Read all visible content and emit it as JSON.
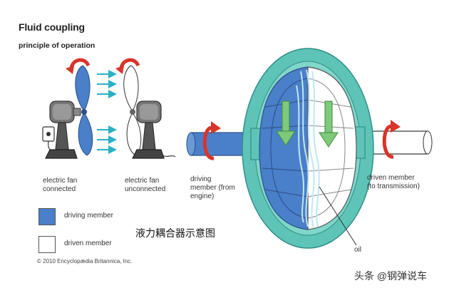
{
  "title": "Fluid coupling",
  "subtitle": "principle of operation",
  "labels": {
    "fan_connected": "electric fan\nconnected",
    "fan_unconnected": "electric fan\nunconnected",
    "driving_member": "driving\nmember (from\nengine)",
    "driven_member": "driven member\n(to transmission)",
    "oil": "oil"
  },
  "legend": {
    "driving": "driving member",
    "driven": "driven member"
  },
  "caption_cn": "液力耦合器示意图",
  "copyright": "© 2010 Encyclopædia Britannica, Inc.",
  "watermark": "头条 @钢弹说车",
  "colors": {
    "driving": "#4a7fc9",
    "driven": "#ffffff",
    "housing": "#5fc4b8",
    "arrow_red": "#d9342b",
    "arrow_cyan": "#2ab0c4",
    "arrow_green": "#7fc97a"
  }
}
